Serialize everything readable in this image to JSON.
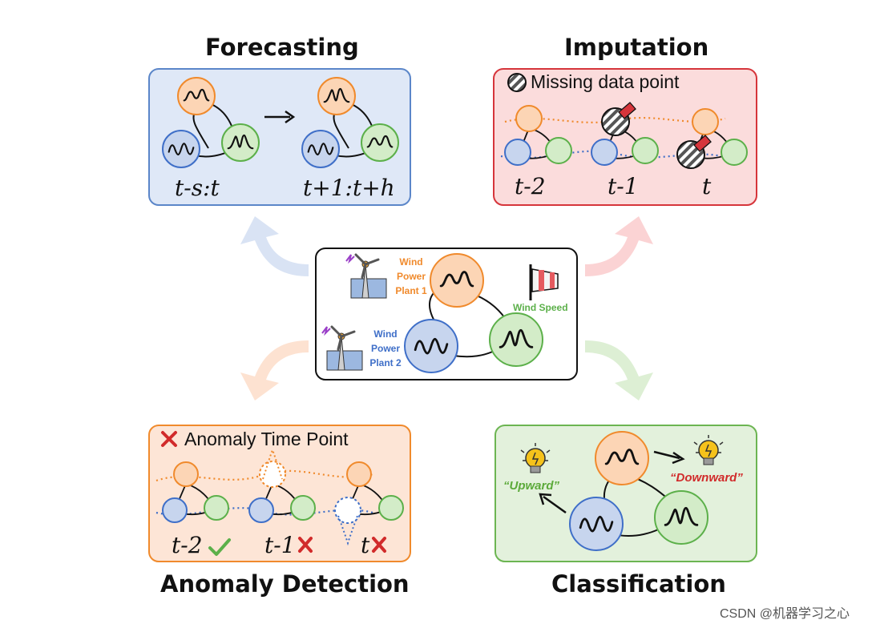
{
  "titles": {
    "forecasting": "Forecasting",
    "imputation": "Imputation",
    "anomaly_detection": "Anomaly Detection",
    "classification": "Classification"
  },
  "forecasting": {
    "input_label": "t-s:t",
    "output_label": "t+1:t+h"
  },
  "imputation": {
    "legend": "Missing data point",
    "labels": [
      "t-2",
      "t-1",
      "t"
    ]
  },
  "anomaly": {
    "legend": "Anomaly Time Point",
    "labels": [
      "t-2",
      "t-1",
      "t"
    ]
  },
  "center": {
    "plant1": [
      "Wind",
      "Power",
      "Plant 1"
    ],
    "plant2": [
      "Wind",
      "Power",
      "Plant 2"
    ],
    "wind_speed": "Wind Speed"
  },
  "classification": {
    "upward": "“Upward”",
    "downward": "“Downward”"
  },
  "watermark": "CSDN @机器学习之心",
  "colors": {
    "orange_fill": "#fcd5b5",
    "orange_stroke": "#f08a2c",
    "blue_fill": "#c7d5ee",
    "blue_stroke": "#3f6fc8",
    "green_fill": "#d3ecc8",
    "green_stroke": "#5cb04a",
    "forecast_panel": "#dfe8f7",
    "imputation_panel": "#fbdcdc",
    "anomaly_panel": "#fde5d6",
    "classification_panel": "#e3f1dc",
    "upward_text": "#5caa3a",
    "downward_text": "#d12b2b"
  }
}
